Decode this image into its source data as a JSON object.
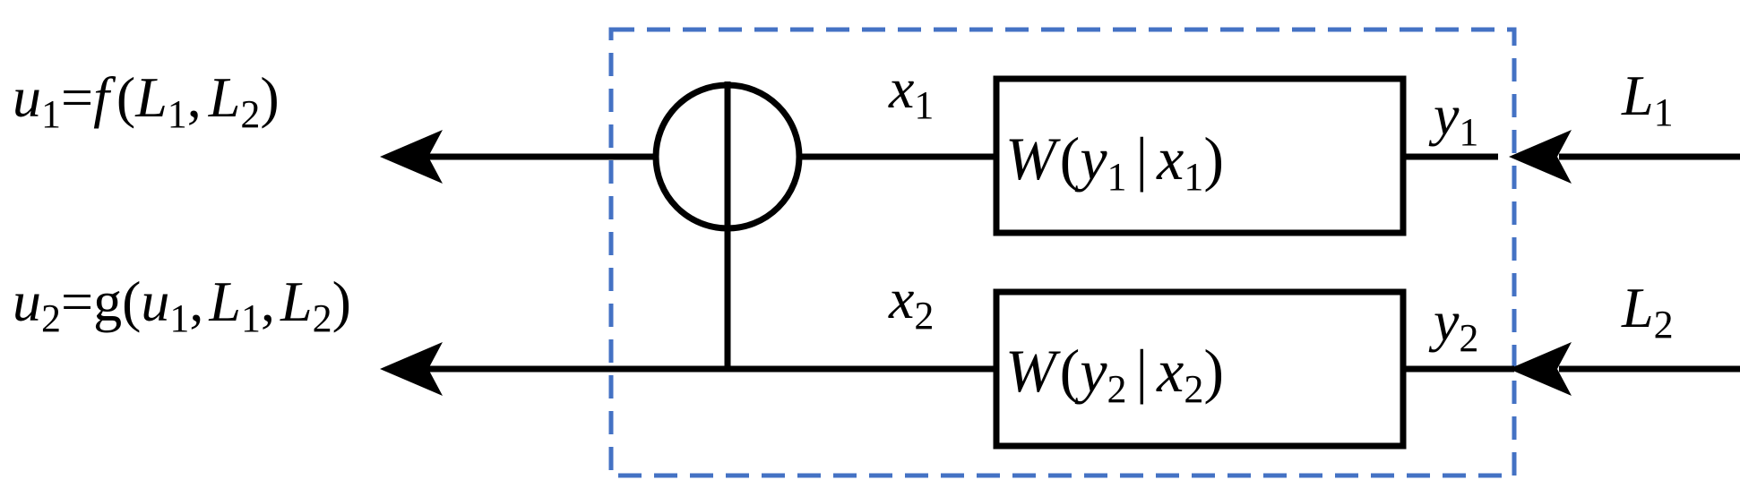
{
  "colors": {
    "line": "#000000",
    "dashed_box": "#4472C4",
    "background": "#ffffff"
  },
  "outputs": {
    "u1": {
      "var": "u",
      "sub": "1",
      "eq": "=",
      "fn": "f",
      "open": "(",
      "a": "L",
      "a_sub": "1",
      "comma": ",",
      "b": "L",
      "b_sub": "2",
      "close": ")"
    },
    "u2": {
      "var": "u",
      "sub": "2",
      "eq": "=",
      "fn": "g",
      "open": "(",
      "a": "u",
      "a_sub": "1",
      "comma1": ",",
      "b": "L",
      "b_sub": "1",
      "comma2": ",",
      "c": "L",
      "c_sub": "2",
      "close": ")"
    }
  },
  "wires": {
    "x1": {
      "var": "x",
      "sub": "1"
    },
    "x2": {
      "var": "x",
      "sub": "2"
    },
    "y1": {
      "var": "y",
      "sub": "1"
    },
    "y2": {
      "var": "y",
      "sub": "2"
    }
  },
  "channels": {
    "w1": {
      "fn": "W",
      "open": "(",
      "y": "y",
      "y_sub": "1",
      "bar": "|",
      "x": "x",
      "x_sub": "1",
      "close": ")"
    },
    "w2": {
      "fn": "W",
      "open": "(",
      "y": "y",
      "y_sub": "2",
      "bar": "|",
      "x": "x",
      "x_sub": "2",
      "close": ")"
    }
  },
  "inputs": {
    "L1": {
      "var": "L",
      "sub": "1"
    },
    "L2": {
      "var": "L",
      "sub": "2"
    }
  },
  "icons": {
    "xor": "xor-node-icon",
    "arrow": "arrowhead-left-icon"
  }
}
